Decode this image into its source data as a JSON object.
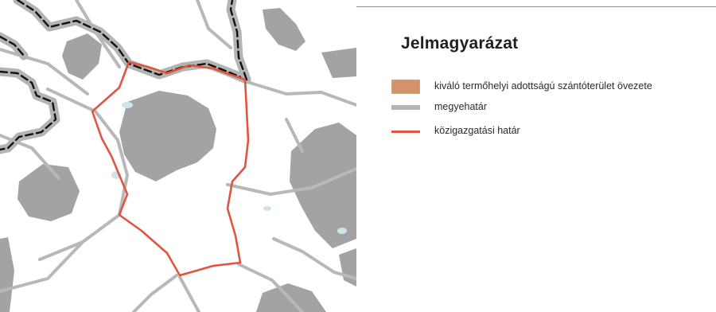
{
  "legend": {
    "title": "Jelmagyarázat",
    "items": [
      {
        "key": "arable",
        "label": "kiváló termőhelyi adottságú szántóterület övezete",
        "color": "#d4926b"
      },
      {
        "key": "county",
        "label": "megyehatár",
        "color": "#b4b4b4"
      },
      {
        "key": "admin",
        "label": "közigazgatási határ",
        "color": "#e0553f"
      }
    ]
  },
  "map": {
    "colors": {
      "background": "#ffffff",
      "settlement": "#a3a3a3",
      "minor_road": "#b8b8b8",
      "county_halo": "#b4b4b4",
      "county_dash": "#111111",
      "admin_boundary": "#e0553f",
      "water": "#cfe3ee"
    }
  }
}
